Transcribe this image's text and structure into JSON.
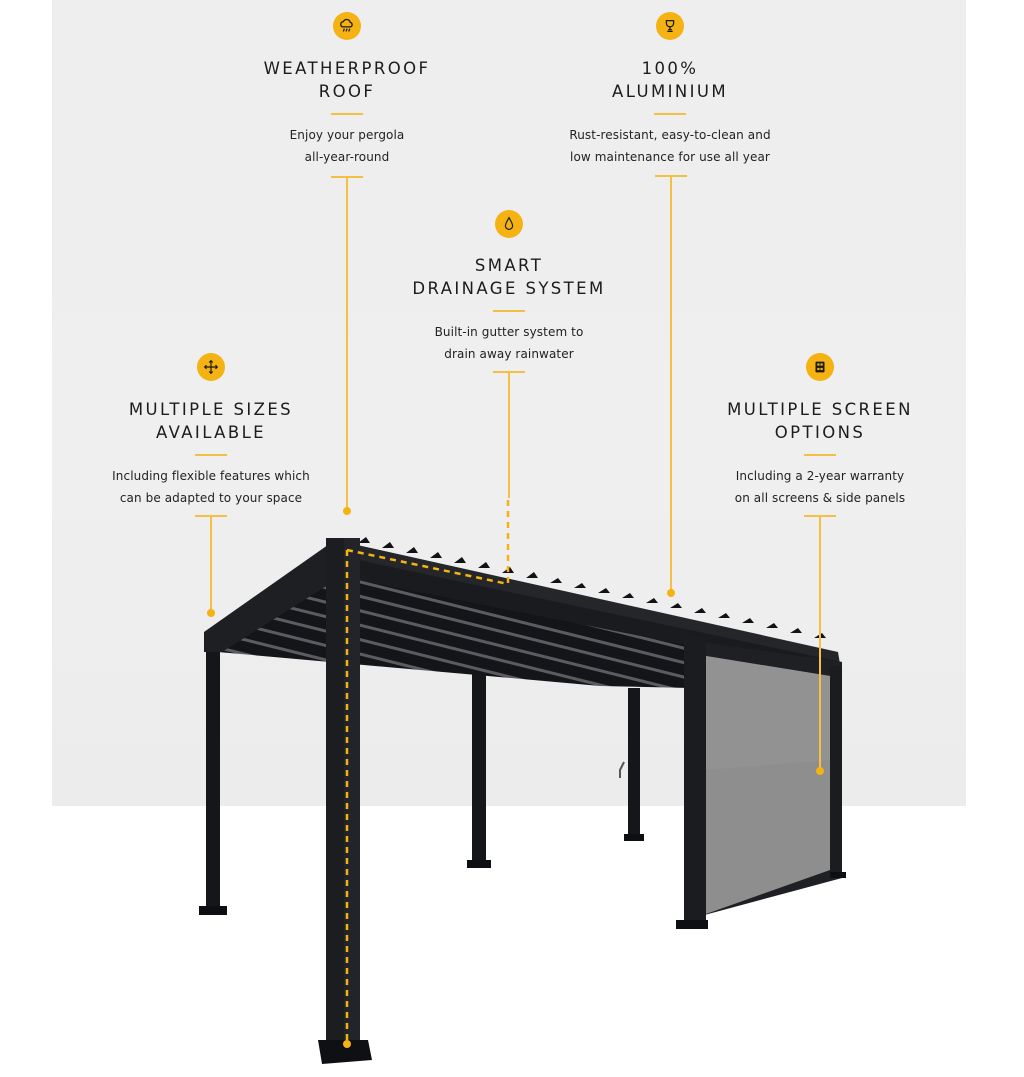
{
  "colors": {
    "accent": "#f4b213",
    "connector": "#f4c043",
    "frame": "#1d1e21",
    "screen": "#8a8a8a",
    "backdrop": "#eeeeee"
  },
  "features": [
    {
      "id": "weatherproof-roof",
      "icon": "cloud-rain-icon",
      "title_lines": [
        "WEATHERPROOF",
        "ROOF"
      ],
      "desc_lines": [
        "Enjoy your pergola",
        "all-year-round"
      ]
    },
    {
      "id": "aluminium",
      "icon": "trophy-icon",
      "title_lines": [
        "100%",
        "ALUMINIUM"
      ],
      "desc_lines": [
        "Rust-resistant, easy-to-clean and",
        "low maintenance for use all year"
      ]
    },
    {
      "id": "smart-drainage",
      "icon": "water-drop-icon",
      "title_lines": [
        "SMART",
        "DRAINAGE SYSTEM"
      ],
      "desc_lines": [
        "Built-in gutter system to",
        "drain away rainwater"
      ]
    },
    {
      "id": "multiple-sizes",
      "icon": "expand-arrows-icon",
      "title_lines": [
        "MULTIPLE SIZES",
        "AVAILABLE"
      ],
      "desc_lines": [
        "Including flexible features which",
        "can be adapted to your space"
      ]
    },
    {
      "id": "multiple-screens",
      "icon": "screen-panels-icon",
      "title_lines": [
        "MULTIPLE SCREEN",
        "OPTIONS"
      ],
      "desc_lines": [
        "Including a 2-year warranty",
        "on all screens & side panels"
      ]
    }
  ]
}
